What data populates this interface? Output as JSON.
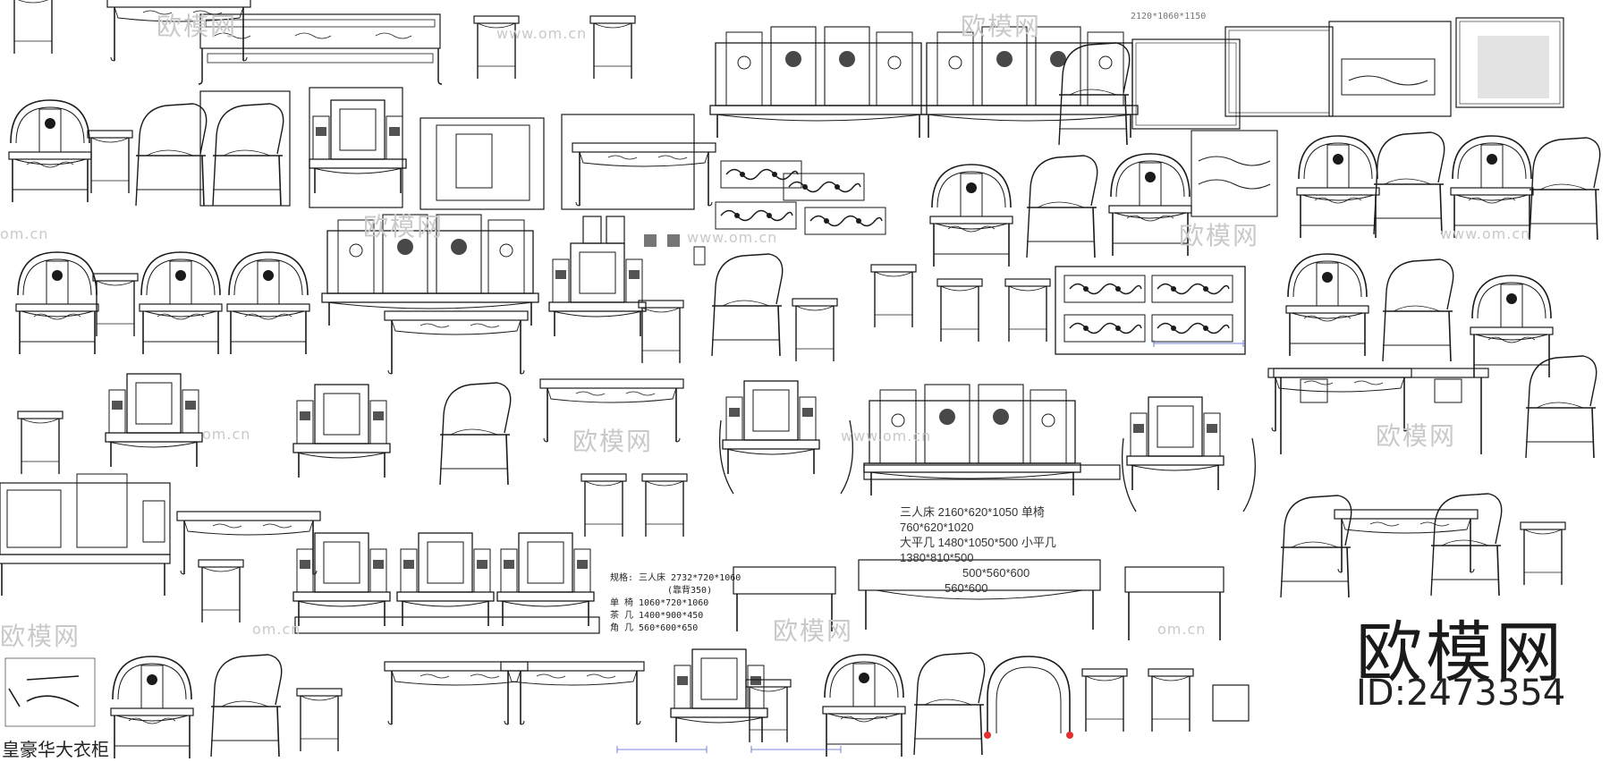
{
  "brand": {
    "logo_text": "欧模网",
    "id_text": "ID:2473354"
  },
  "watermarks": {
    "brand": "欧模网",
    "url": "www.om.cn",
    "url_short": "om.cn"
  },
  "labels": {
    "wardrobe": "皇豪华大衣柜",
    "top_dim": "2120*1060*1150"
  },
  "spec_block_a": {
    "rows": [
      "规格: 三人床 2732*720*1060",
      "(靠背350)",
      "单  椅 1060*720*1060",
      "茶  几 1400*900*450",
      "角  几 560*600*650"
    ]
  },
  "spec_block_b": {
    "rows": [
      "三人床 2160*620*1050  单椅",
      "760*620*1020",
      "大平几  1480*1050*500  小平几",
      "1380*810*500",
      "500*560*600",
      "560*600"
    ]
  },
  "colors": {
    "line": "#1a1a1a",
    "watermark": "#c9c9c9",
    "dimension": "#4a5fd0",
    "highlight": "#e23030"
  }
}
